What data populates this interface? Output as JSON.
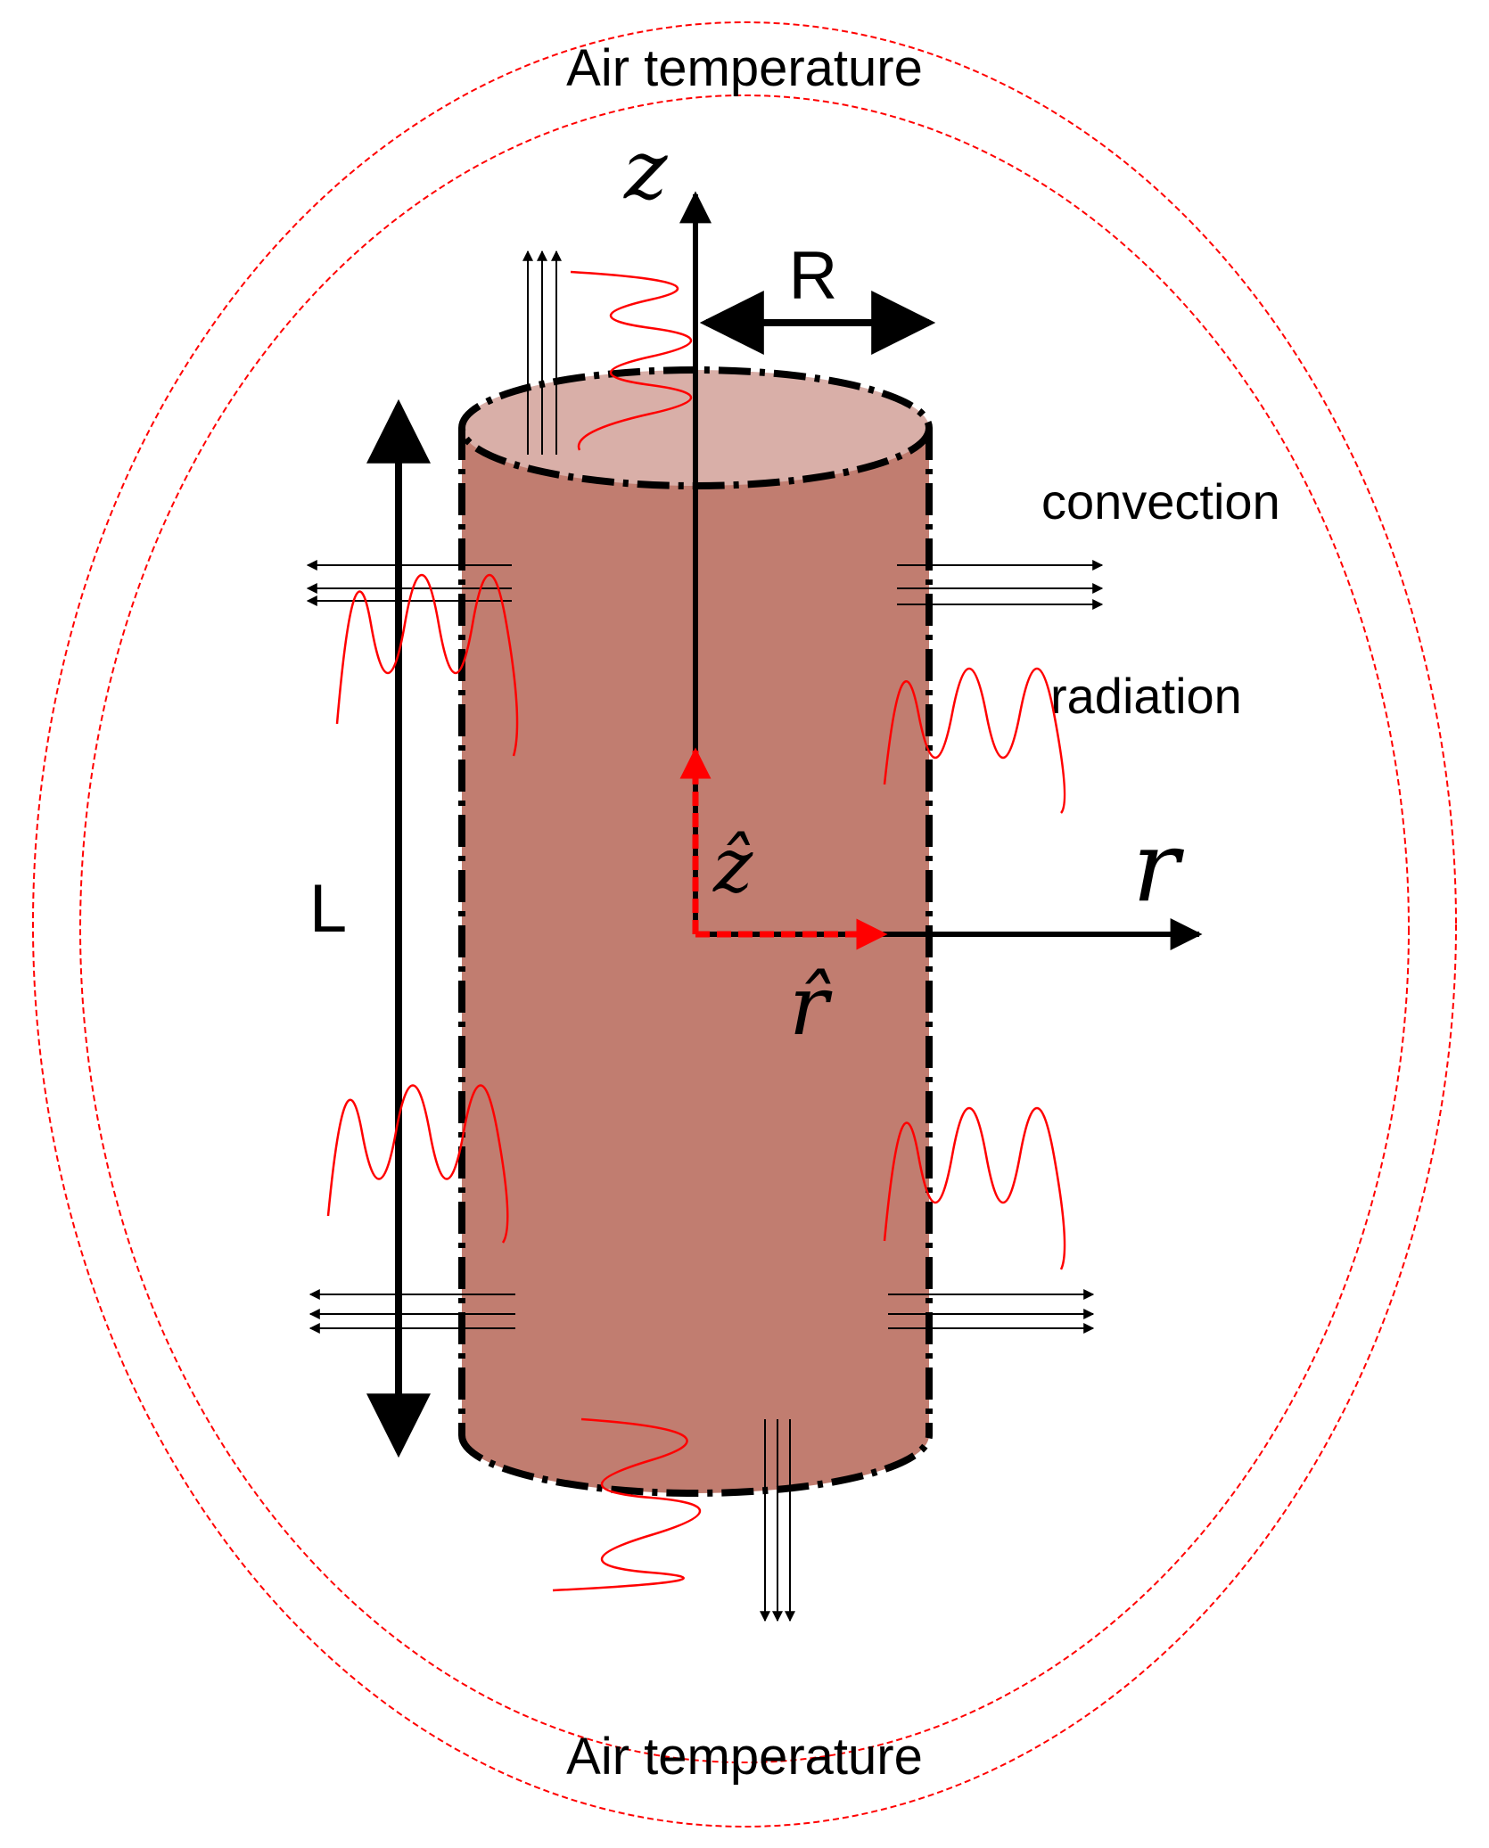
{
  "labels": {
    "air_top": "Air temperature",
    "air_bottom": "Air temperature",
    "convection": "convection",
    "radiation": "radiation",
    "length": "L",
    "radius": "R",
    "axis_z": "z",
    "axis_r": "r",
    "unit_z": "ẑ",
    "unit_r": "r̂"
  },
  "colors": {
    "cylinder_body": "#c17d70",
    "cylinder_top": "#d9afa8",
    "radiation": "#ff0000",
    "boundary_air": "#ff0000",
    "outline": "#000000"
  },
  "icons": {
    "convection": "triple-arrow-icon",
    "radiation": "wave-icon"
  }
}
